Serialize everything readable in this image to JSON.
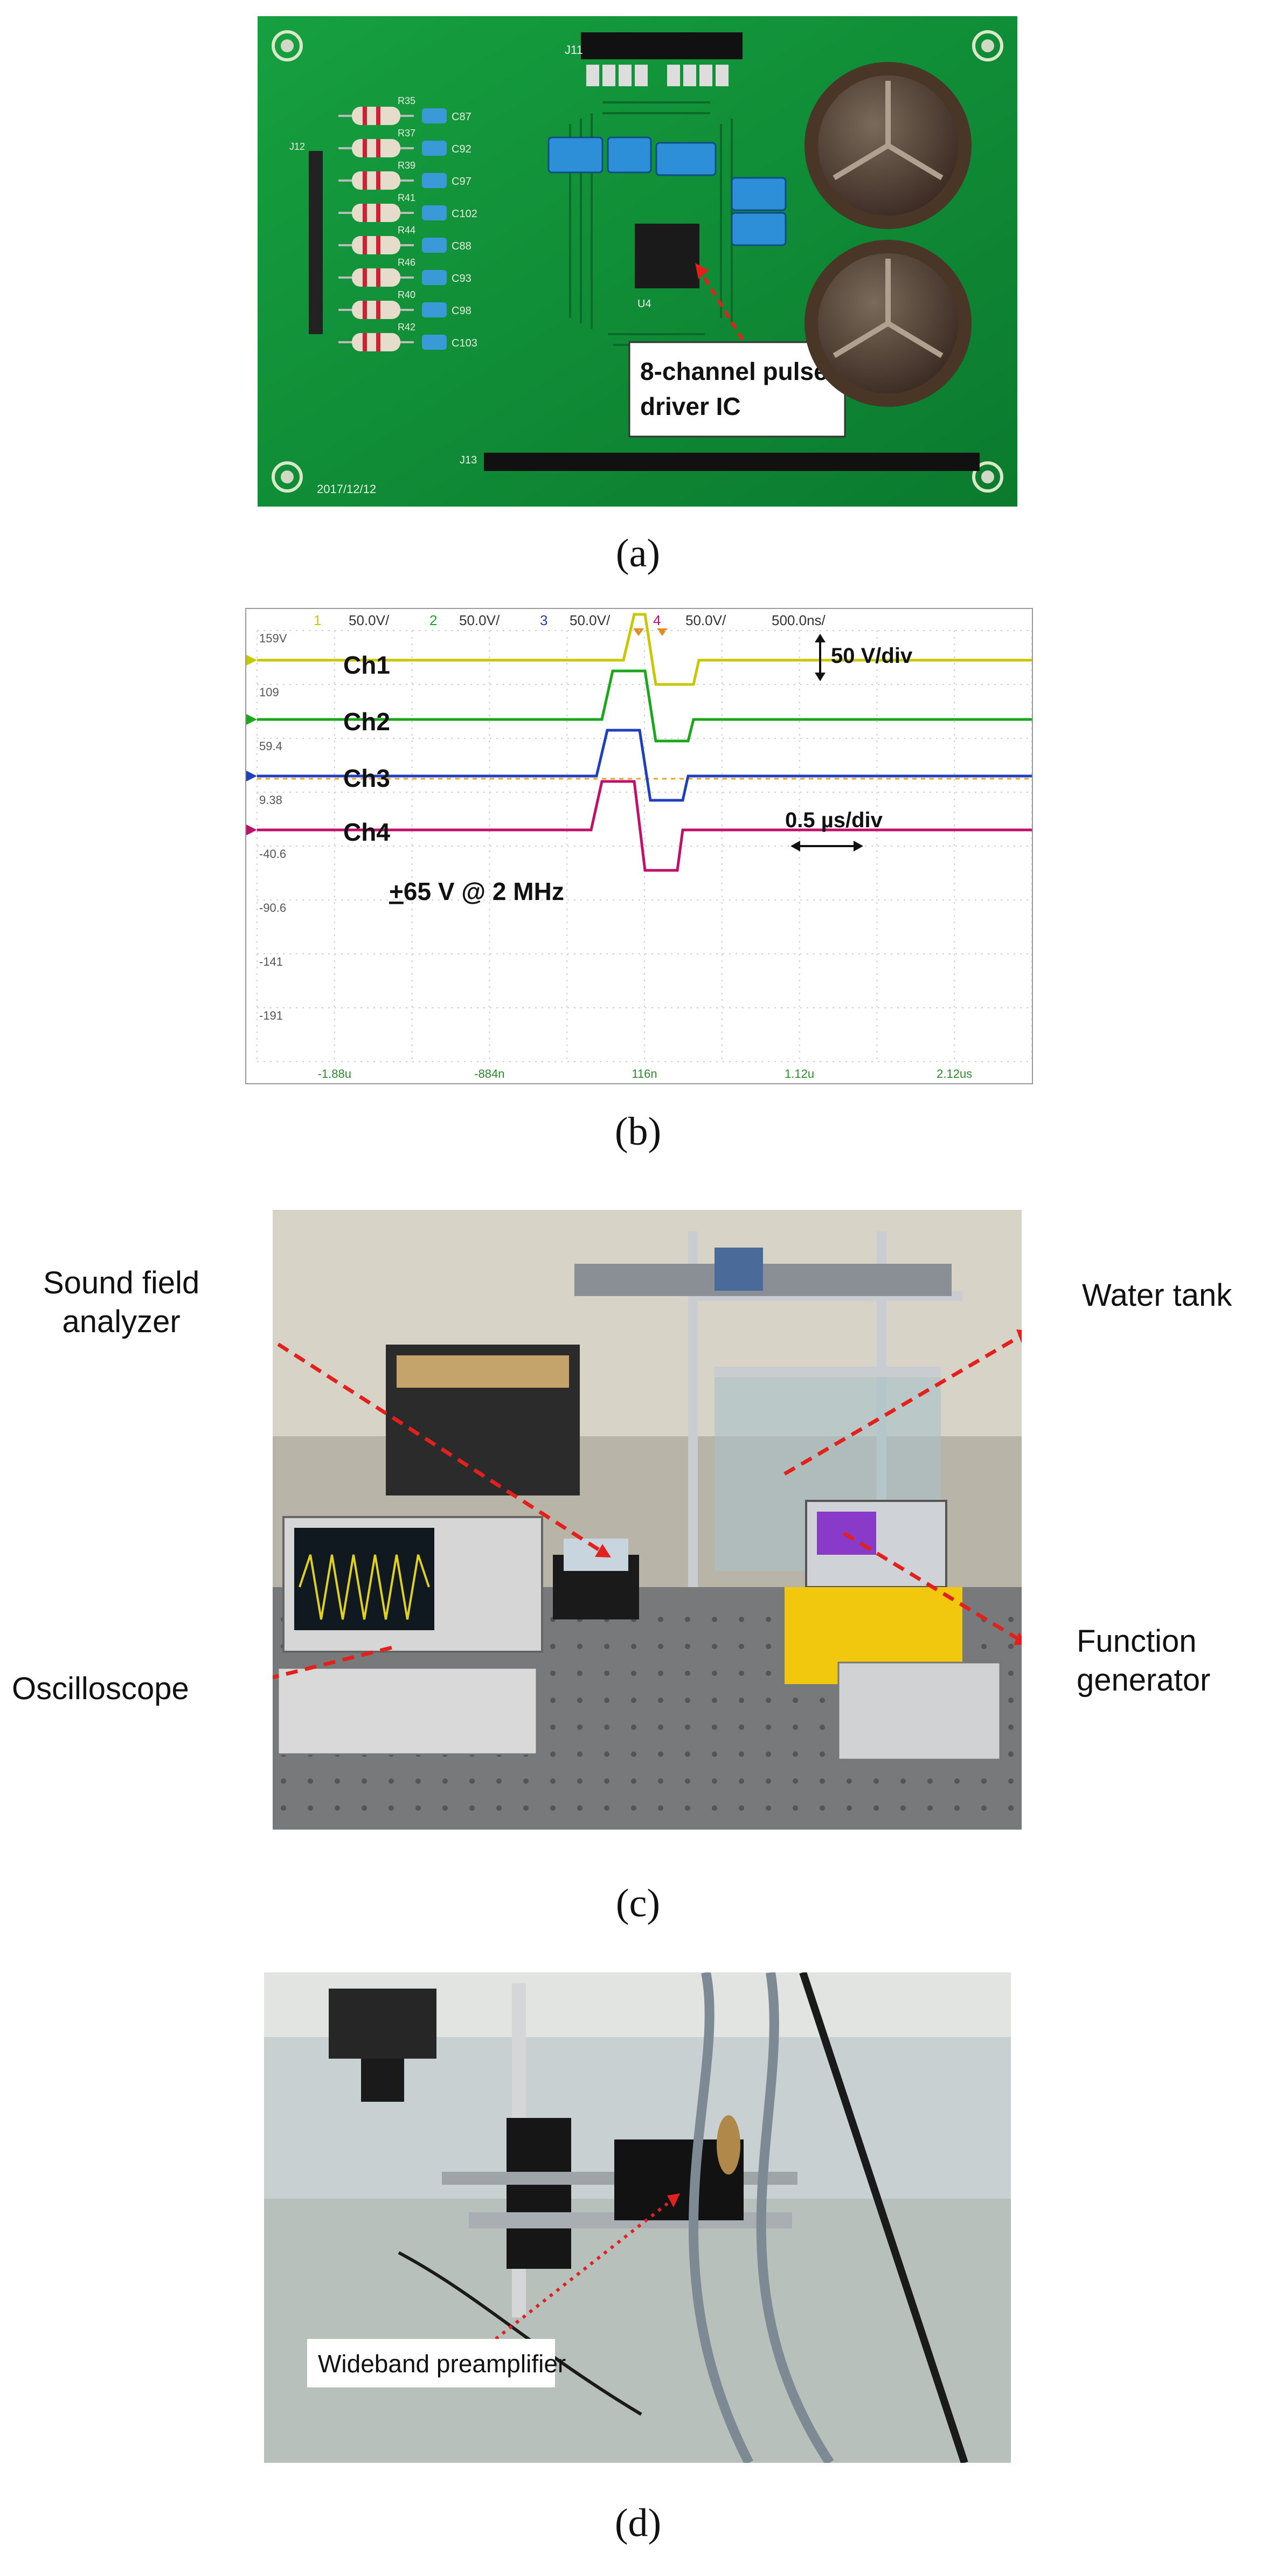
{
  "panel_a": {
    "caption": "(a)",
    "callout": [
      "8-channel pulse",
      "driver IC"
    ],
    "board_date": "2017/12/12",
    "connectors": {
      "top": "J11",
      "left": "J12",
      "bottom": "J13",
      "ic": "U4"
    },
    "resistors": [
      "R35",
      "R37",
      "R39",
      "R41",
      "R44",
      "R46",
      "R40",
      "R42"
    ],
    "capacitors": [
      "C87",
      "C92",
      "C97",
      "C102",
      "C88",
      "C93",
      "C98",
      "C103"
    ],
    "colors": {
      "board": "#0f8a36",
      "callout_arrow": "#e3211c"
    }
  },
  "panel_b": {
    "caption": "(b)",
    "header": {
      "ch1_num": "1",
      "ch1_scale": "50.0V/",
      "ch2_num": "2",
      "ch2_scale": "50.0V/",
      "ch3_num": "3",
      "ch3_scale": "50.0V/",
      "ch4_num": "4",
      "ch4_scale": "50.0V/",
      "timebase": "500.0ns/"
    },
    "y_ticks": [
      "159V",
      "109",
      "59.4",
      "9.38",
      "-40.6",
      "-90.6",
      "-141",
      "-191"
    ],
    "x_ticks": [
      "-1.88u",
      "-884n",
      "116n",
      "1.12u",
      "2.12us"
    ],
    "traces": [
      {
        "name": "Ch1",
        "color": "#c8c800"
      },
      {
        "name": "Ch2",
        "color": "#1aa81a"
      },
      {
        "name": "Ch3",
        "color": "#1f3fbf"
      },
      {
        "name": "Ch4",
        "color": "#c0106a"
      }
    ],
    "annotations": {
      "vdiv": "50 V/div",
      "tdiv": "0.5 µs/div",
      "drive_prefix": "+",
      "drive_rest": "65 V @ 2 MHz"
    }
  },
  "panel_c": {
    "caption": "(c)",
    "labels": {
      "sound_field_1": "Sound field",
      "sound_field_2": "analyzer",
      "water_tank": "Water tank",
      "oscilloscope": "Oscilloscope",
      "function_1": "Function",
      "function_2": "generator"
    },
    "colors": {
      "arrow": "#e3211c"
    }
  },
  "panel_d": {
    "caption": "(d)",
    "labels": {
      "preamp": "Wideband preamplifier"
    }
  }
}
